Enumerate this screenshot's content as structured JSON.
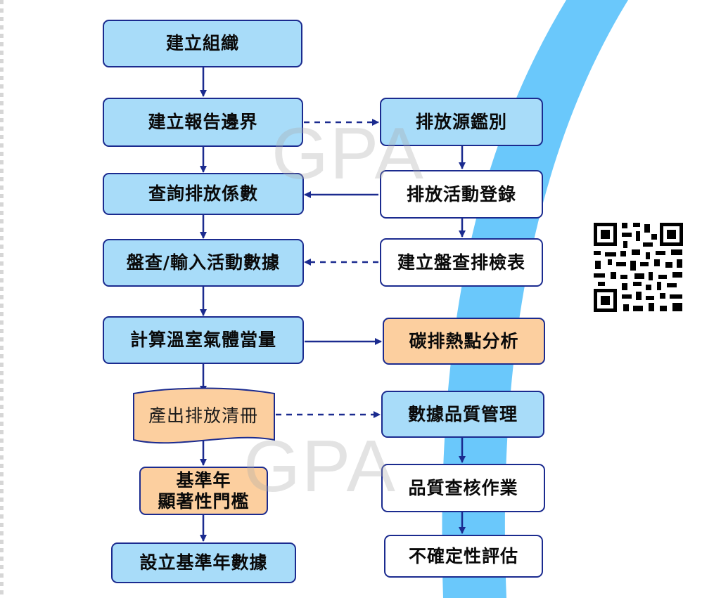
{
  "nodes": {
    "create_org": "建立組織",
    "report_boundary": "建立報告邊界",
    "source_identify": "排放源鑑別",
    "query_factor": "查詢排放係數",
    "activity_register": "排放活動登錄",
    "input_activity": "盤查/輸入活動數據",
    "checklist": "建立盤查排檢表",
    "calc_ghg": "計算溫室氣體當量",
    "hotspot": "碳排熱點分析",
    "inventory": "產出排放清冊",
    "data_quality": "數據品質管理",
    "base_year_line1": "基準年",
    "base_year_line2": "顯著性門檻",
    "quality_check": "品質查核作業",
    "set_base_year": "設立基準年數據",
    "uncertainty": "不確定性評估"
  },
  "watermark": {
    "text": "GPA"
  },
  "colors": {
    "box_blue": "#a8dcf9",
    "box_orange": "#fccf9f",
    "border": "#1b2b8f",
    "stripe": "#6ac8fb"
  }
}
